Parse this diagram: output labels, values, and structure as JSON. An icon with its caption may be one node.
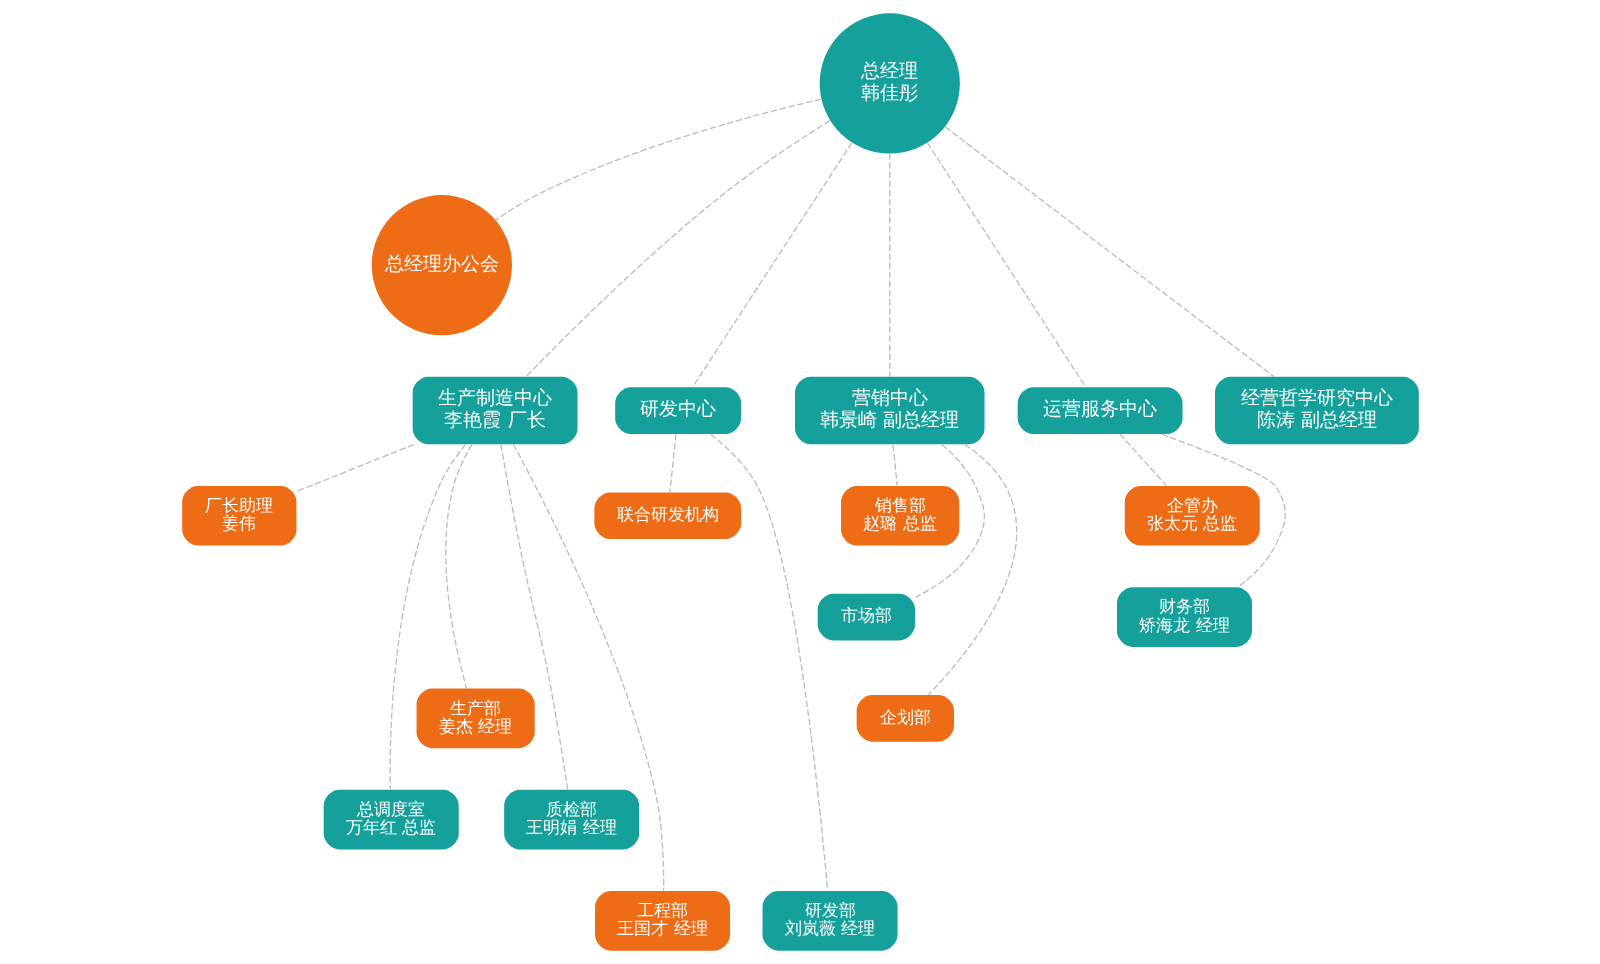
{
  "diagram": {
    "nodes": [
      {
        "text": [
          "总经理",
          "韩佳彤"
        ]
      },
      {
        "text": [
          "总经理办公会"
        ]
      },
      {
        "text": [
          "生产制造中心",
          "李艳霞 厂长"
        ]
      },
      {
        "text": [
          "研发中心"
        ]
      },
      {
        "text": [
          "营销中心",
          "韩景崎 副总经理"
        ]
      },
      {
        "text": [
          "运营服务中心"
        ]
      },
      {
        "text": [
          "经营哲学研究中心",
          "陈涛 副总经理"
        ]
      },
      {
        "text": [
          "厂长助理",
          "姜伟"
        ]
      },
      {
        "text": [
          "总调度室",
          "万年红 总监"
        ]
      },
      {
        "text": [
          "生产部",
          "姜杰 经理"
        ]
      },
      {
        "text": [
          "质检部",
          "王明娟 经理"
        ]
      },
      {
        "text": [
          "工程部",
          "王国才 经理"
        ]
      },
      {
        "text": [
          "联合研发机构"
        ]
      },
      {
        "text": [
          "研发部",
          "刘岚薇 经理"
        ]
      },
      {
        "text": [
          "销售部",
          "赵璐 总监"
        ]
      },
      {
        "text": [
          "市场部"
        ]
      },
      {
        "text": [
          "企划部"
        ]
      },
      {
        "text": [
          "企管办",
          "张太元 总监"
        ]
      },
      {
        "text": [
          "财务部",
          "矫海龙 经理"
        ]
      }
    ],
    "edges": [
      {
        "from": 0,
        "to": 1,
        "arrow": "none",
        "style": "dashed"
      },
      {
        "from": 0,
        "to": 2,
        "arrow": "none",
        "style": "dashed"
      },
      {
        "from": 0,
        "to": 3,
        "arrow": "none",
        "style": "dashed"
      },
      {
        "from": 0,
        "to": 4,
        "arrow": "none",
        "style": "dashed"
      },
      {
        "from": 0,
        "to": 5,
        "arrow": "none",
        "style": "dashed"
      },
      {
        "from": 0,
        "to": 6,
        "arrow": "none",
        "style": "dashed"
      },
      {
        "from": 2,
        "to": 7,
        "arrow": "none",
        "style": "dashed"
      },
      {
        "from": 2,
        "to": 8,
        "arrow": "none",
        "style": "dashed"
      },
      {
        "from": 2,
        "to": 9,
        "arrow": "none",
        "style": "dashed"
      },
      {
        "from": 2,
        "to": 10,
        "arrow": "none",
        "style": "dashed"
      },
      {
        "from": 2,
        "to": 11,
        "arrow": "none",
        "style": "dashed"
      },
      {
        "from": 3,
        "to": 12,
        "arrow": "none",
        "style": "dashed"
      },
      {
        "from": 3,
        "to": 13,
        "arrow": "none",
        "style": "dashed"
      },
      {
        "from": 4,
        "to": 14,
        "arrow": "none",
        "style": "dashed"
      },
      {
        "from": 4,
        "to": 15,
        "arrow": "none",
        "style": "dashed"
      },
      {
        "from": 4,
        "to": 16,
        "arrow": "none",
        "style": "dashed"
      },
      {
        "from": 5,
        "to": 17,
        "arrow": "none",
        "style": "dashed"
      },
      {
        "from": 5,
        "to": 18,
        "arrow": "none",
        "style": "dashed"
      }
    ]
  }
}
